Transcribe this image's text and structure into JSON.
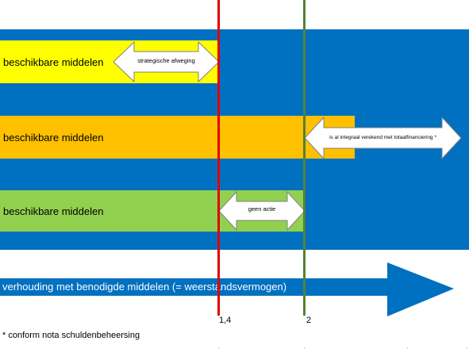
{
  "colors": {
    "panel": "#0070C0",
    "bar1": "#FFFF00",
    "bar2": "#FFC000",
    "bar3": "#92D050",
    "line_red": "#E00000",
    "line_green": "#548235",
    "axis_arrow": "#0070C0"
  },
  "bars": [
    {
      "label": "beschikbare middelen",
      "arrow_text": "strategische afweging"
    },
    {
      "label": "beschikbare middelen",
      "arrow_text": "is al integraal verekend met totaalfinanciering *"
    },
    {
      "label": "beschikbare middelen",
      "arrow_text": "geen actie"
    }
  ],
  "axis": {
    "label": "verhouding met benodigde middelen (= weerstandsvermogen)",
    "tick_1": "1,4",
    "tick_2": "2"
  },
  "footnote": "* conform nota schuldenbeheersing"
}
